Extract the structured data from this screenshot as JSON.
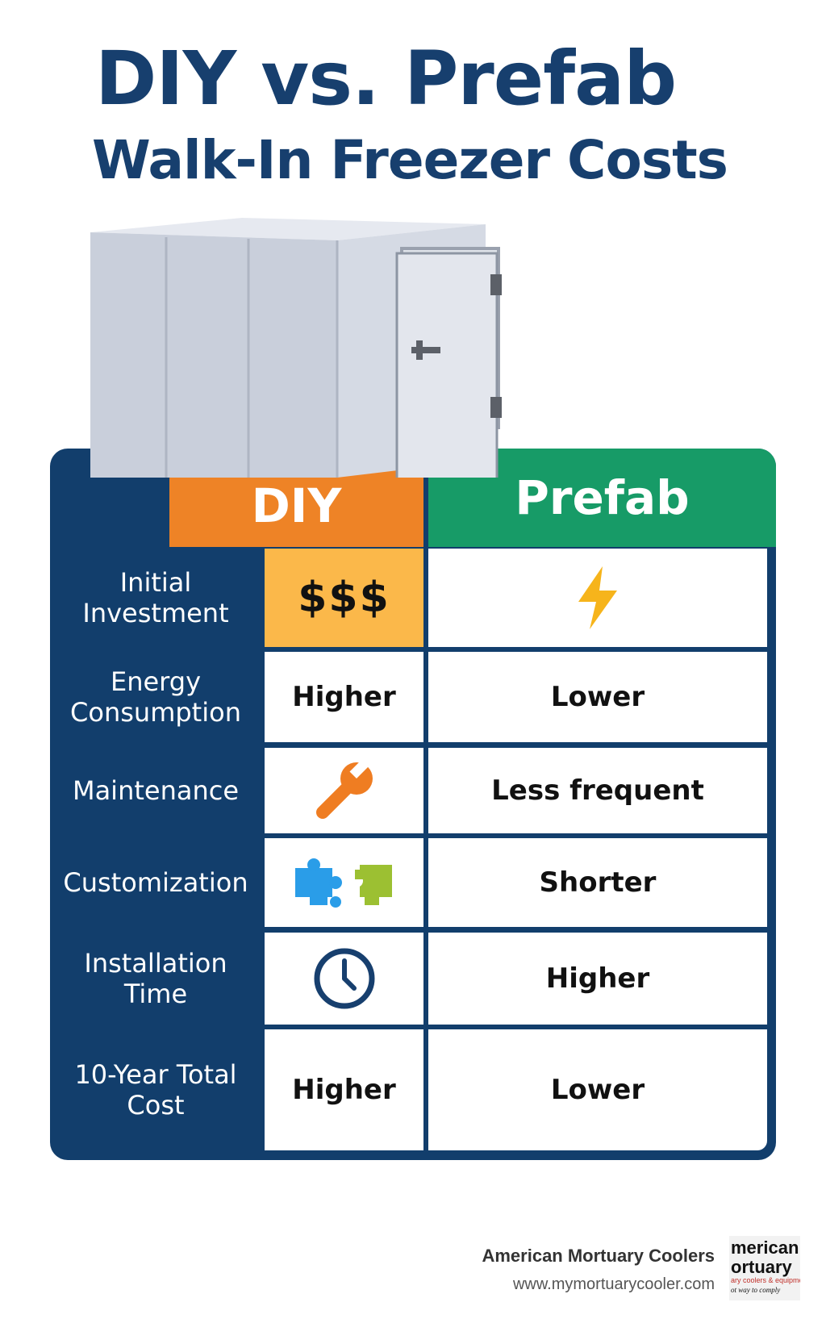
{
  "title": {
    "line1": "DIY vs. Prefab",
    "line2": "Walk-In Freezer Costs"
  },
  "table": {
    "headers": {
      "diy": "DIY",
      "prefab": "Prefab"
    },
    "rows": [
      {
        "label": "Initial Investment",
        "diy": "$$$",
        "prefab_icon": "lightning-bolt-icon"
      },
      {
        "label": "Energy Consumption",
        "diy": "Higher",
        "prefab": "Lower"
      },
      {
        "label": "Maintenance",
        "diy_icon": "wrench-icon",
        "prefab": "Less frequent"
      },
      {
        "label": "Customization",
        "diy_icon": "puzzle-pieces-icon",
        "prefab": "Shorter"
      },
      {
        "label": "Installation Time",
        "diy_icon": "clock-icon",
        "prefab": "Higher"
      },
      {
        "label": "10-Year Total Cost",
        "diy": "Higher",
        "prefab": "Lower"
      }
    ]
  },
  "footer": {
    "company": "American Mortuary Coolers",
    "url": "www.mymortuarycooler.com",
    "logo_line1": "merican",
    "logo_line2": "ortuary",
    "logo_line3": "ary coolers & equipment",
    "logo_line4": "ot way to comply"
  },
  "colors": {
    "navy": "#173f6e",
    "diy_orange": "#ee8326",
    "prefab_green": "#179b67",
    "money_yellow": "#fbb84a",
    "bolt_yellow": "#f6b41b",
    "wrench_orange": "#ef7d22",
    "puzzle_blue": "#2a9de8",
    "puzzle_green": "#9cc032"
  }
}
